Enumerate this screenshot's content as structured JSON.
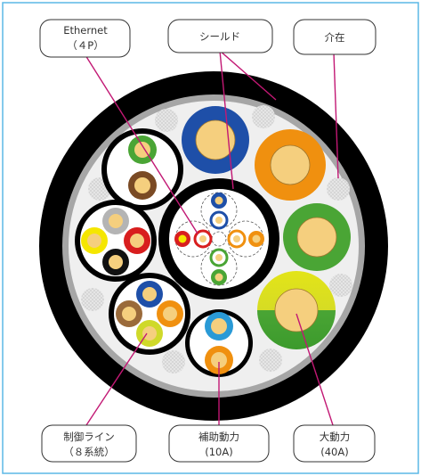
{
  "labels": {
    "ethernet": {
      "line1": "Ethernet",
      "line2": "（４P）"
    },
    "shield": {
      "line1": "シールド"
    },
    "filler": {
      "line1": "介在"
    },
    "control": {
      "line1": "制御ライン",
      "line2": "（８系統）"
    },
    "aux_power": {
      "line1": "補助動力",
      "line2": "(10A)"
    },
    "main_power": {
      "line1": "大動力",
      "line2": "(40A)"
    }
  },
  "colors": {
    "frame_border": "#5bb8e6",
    "leader_line": "#c21874",
    "outer_jacket": "#000000",
    "shield_layer": "#a6a6a6",
    "filler_fill": "#ececec",
    "conductor": "#f5cf7e",
    "blue": "#1e4fa8",
    "orange": "#f0900f",
    "green": "#4aa535",
    "yellow_green": "#d6dc24",
    "brown": "#7a4a24",
    "grey": "#b4b4b4",
    "yellow": "#f5e600",
    "red": "#d81e1e",
    "black": "#111111"
  }
}
